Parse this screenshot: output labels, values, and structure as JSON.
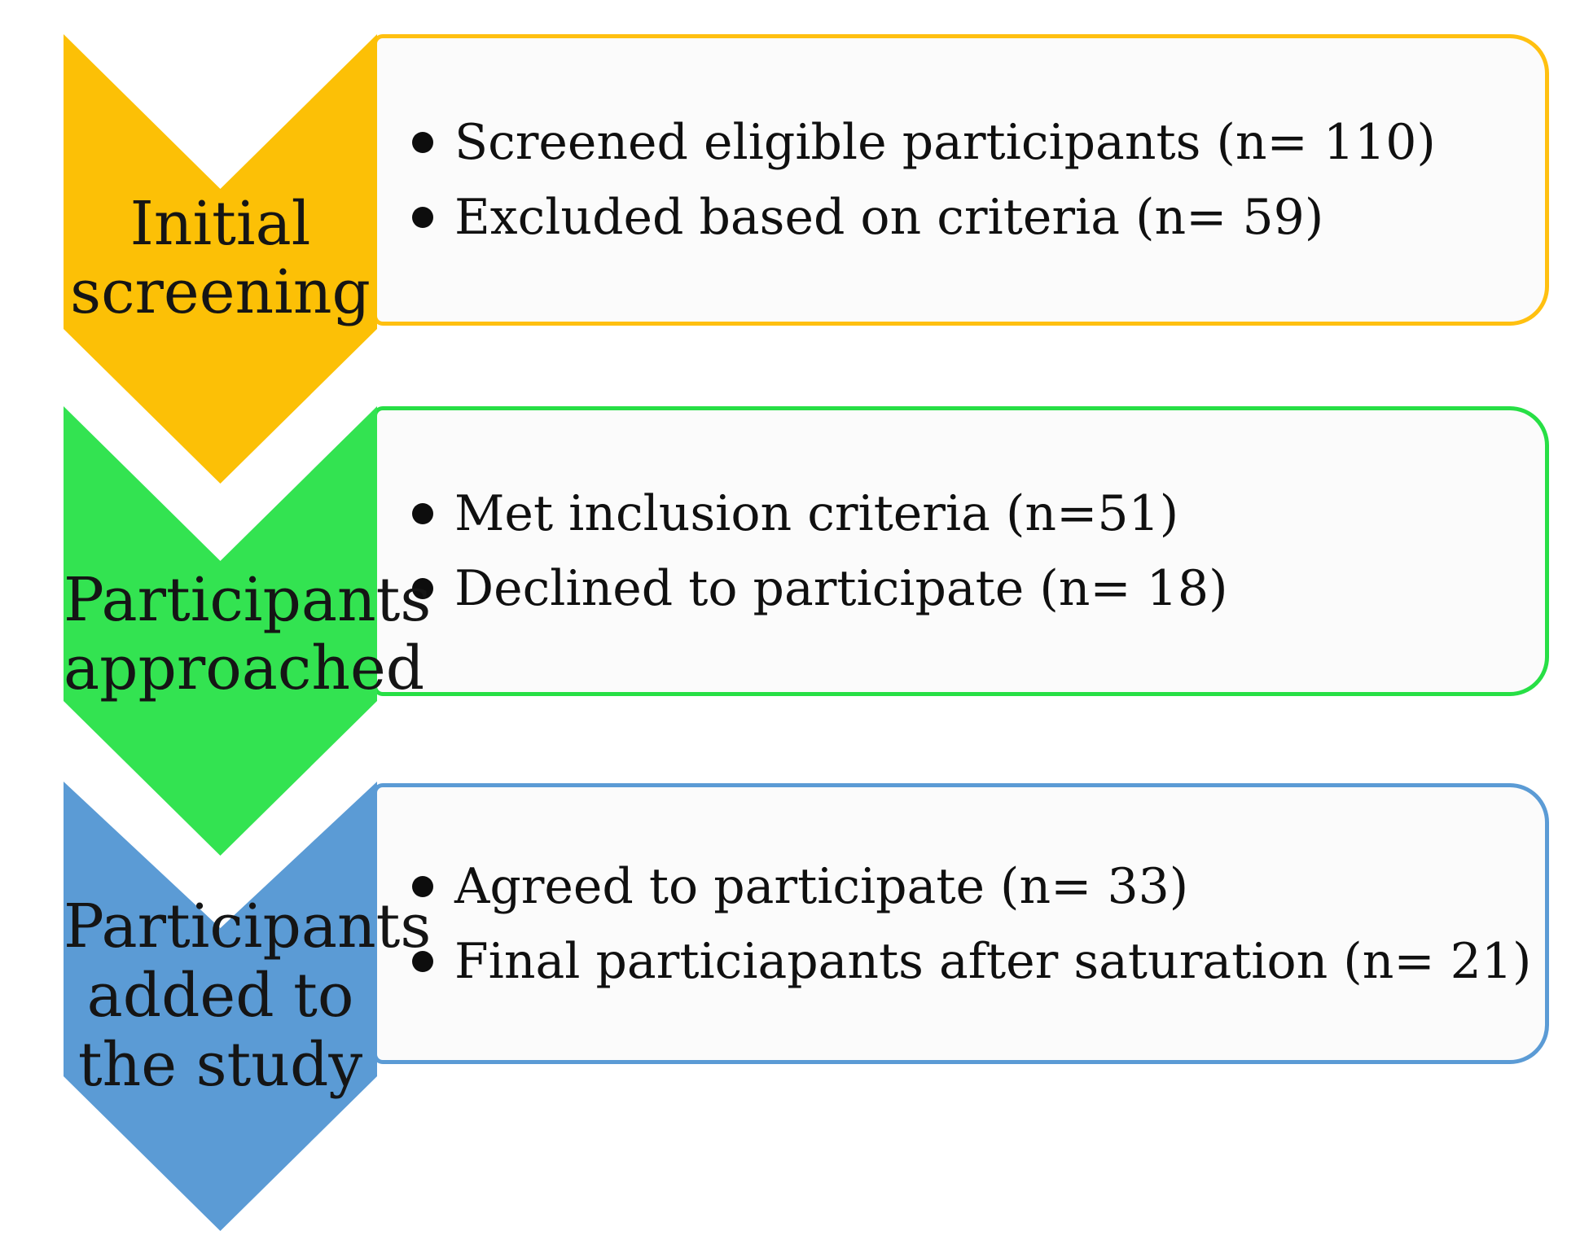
{
  "diagram": {
    "title_semantic": "Participant recruitment flow",
    "background_color": "#ffffff",
    "box_fill_color": "#FBFBFB",
    "text_color": "#101010",
    "bullet_glyph": "●",
    "stages": [
      {
        "id": "initial-screening",
        "label_lines": [
          "Initial",
          "screening"
        ],
        "chevron_color": "#FCC006",
        "box_border_color": "#FFC010",
        "bullets": [
          "Screened eligible participants (n= 110)",
          "Excluded based on criteria (n= 59)"
        ]
      },
      {
        "id": "participants-approached",
        "label_lines": [
          "Participants",
          "approached"
        ],
        "chevron_color": "#33E351",
        "box_border_color": "#27DF45",
        "bullets": [
          "Met inclusion criteria (n=51)",
          "Declined to participate (n= 18)"
        ]
      },
      {
        "id": "participants-added-to-study",
        "label_lines": [
          "Participants",
          "added to",
          "the study"
        ],
        "chevron_color": "#5B9BD5",
        "box_border_color": "#5B9BD5",
        "bullets": [
          "Agreed to participate (n= 33)",
          "Final particiapants after saturation (n= 21)"
        ]
      }
    ]
  }
}
